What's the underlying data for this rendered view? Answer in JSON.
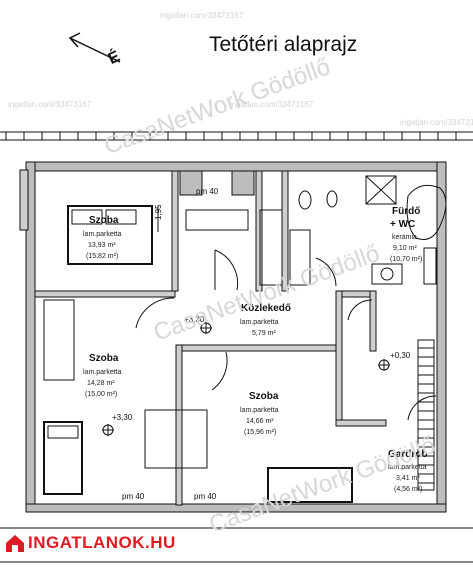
{
  "title": "Tetőtéri alaprajz",
  "compass": {
    "letter": "É",
    "icon": "north-arrow-icon"
  },
  "watermarks": {
    "main": "CasaNetWork Gödöllő",
    "site": "ingatlan.com/33473167",
    "site_short": "ingatlan.com/33473167"
  },
  "logo": {
    "text": "INGATLANOK.HU",
    "icon": "house-logo-icon",
    "color": "#e01a22"
  },
  "dimension": "1,95",
  "pm_labels": [
    "pm 40",
    "pm 40",
    "pm 40"
  ],
  "rooms": {
    "szoba1": {
      "name": "Szoba",
      "floor": "lam.parketta",
      "area": "13,93 m²",
      "area_total": "(15,82 m²)"
    },
    "furdo": {
      "name": "Fürdő",
      "name2": "+ WC",
      "floor": "kerámia",
      "area": "9,10 m²",
      "area_total": "(10,70 m²)"
    },
    "kozlekedo": {
      "name": "Közlekedő",
      "floor": "lam.parketta",
      "area": "5,79 m²"
    },
    "szoba2": {
      "name": "Szoba",
      "floor": "lam.parketta",
      "area": "14,28 m²",
      "area_total": "(15,00 m²)"
    },
    "szoba3": {
      "name": "Szoba",
      "floor": "lam.parketta",
      "area": "14,66 m²",
      "area_total": "(15,96 m²)"
    },
    "gardrob": {
      "name": "Gardrób",
      "floor": "lam.parketta",
      "area": "3,41 m²",
      "area_total": "(4,56 m²)"
    }
  },
  "levels": [
    "+3,30",
    "+0,30",
    "+3,30"
  ]
}
